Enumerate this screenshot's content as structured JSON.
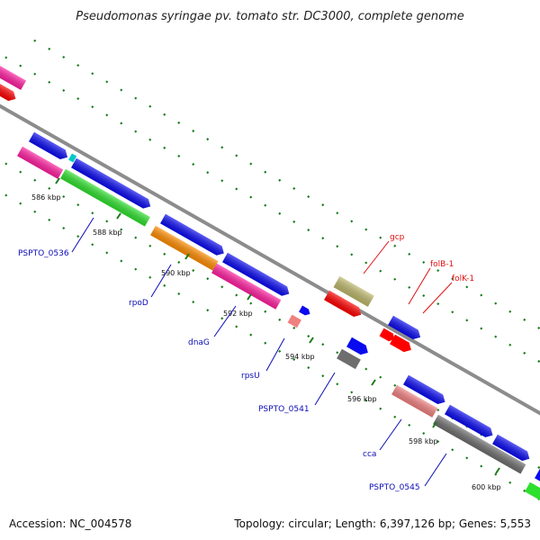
{
  "title": "Pseudomonas syringae pv. tomato str. DC3000, complete genome",
  "footer": {
    "accession": "Accession: NC_004578",
    "topology": "Topology: circular; Length: 6,397,126 bp; Genes: 5,553"
  },
  "ticks": [
    {
      "label": "586 kbp"
    },
    {
      "label": "588 kbp"
    },
    {
      "label": "590 kbp"
    },
    {
      "label": "592 kbp"
    },
    {
      "label": "594 kbp"
    },
    {
      "label": "596 kbp"
    },
    {
      "label": "598 kbp"
    },
    {
      "label": "600 kbp"
    }
  ],
  "gene_labels": [
    {
      "text": "PSPTO_0536",
      "color": "#0b0bb8"
    },
    {
      "text": "rpoD",
      "color": "#0b0bb8"
    },
    {
      "text": "dnaG",
      "color": "#0b0bb8"
    },
    {
      "text": "rpsU",
      "color": "#0b0bb8"
    },
    {
      "text": "PSPTO_0541",
      "color": "#0b0bb8"
    },
    {
      "text": "cca",
      "color": "#0b0bb8"
    },
    {
      "text": "PSPTO_0545",
      "color": "#0b0bb8"
    },
    {
      "text": "gcp",
      "color": "#e01010"
    },
    {
      "text": "folB-1",
      "color": "#e01010"
    },
    {
      "text": "folK-1",
      "color": "#e01010"
    }
  ],
  "colors": {
    "blue": "#0a0af0",
    "red": "#ff0000",
    "magenta": "#ff1fa0",
    "green": "#2ee02e",
    "orange": "#ff8c00",
    "pink": "#f08080",
    "olive": "#bdb76b",
    "gray": "#6e6e6e",
    "cyan": "#00c8c8",
    "backbone": "#8c8c8c",
    "dots": "#1a7a1a"
  }
}
